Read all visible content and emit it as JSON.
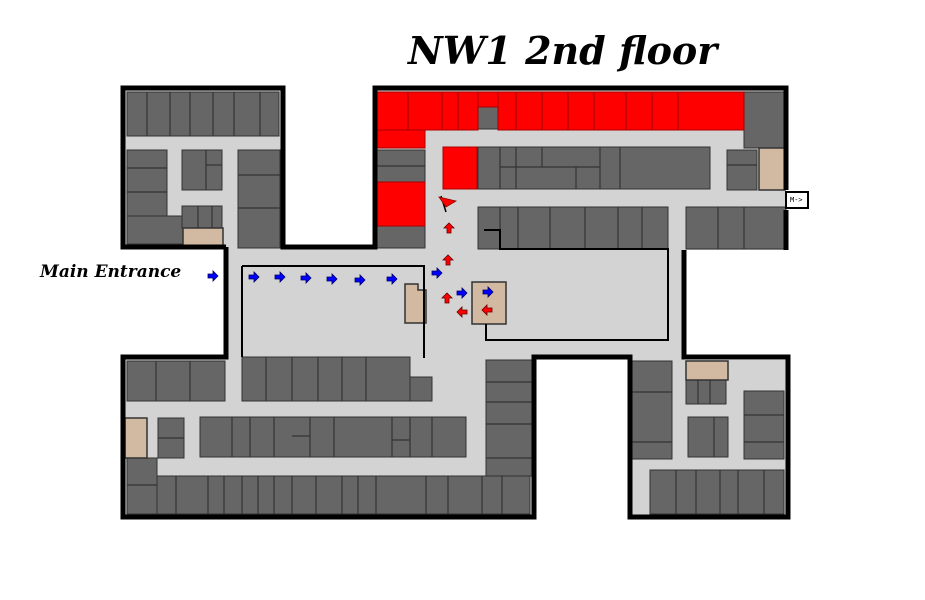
{
  "title": "NW1 2nd floor",
  "labels": {
    "main_entrance": "Main Entrance",
    "exit_sign": "M->"
  },
  "colors": {
    "wall": "#000000",
    "room": "#666666",
    "corridor": "#d3d3d3",
    "highlight_room": "#ff0000",
    "stairs": "#d2b9a2",
    "route_blue": "#0000ff",
    "route_red": "#ff0000",
    "flag": "#ff0000"
  },
  "icons": {
    "route_arrow": "arrow-icon",
    "destination": "flag-icon"
  }
}
